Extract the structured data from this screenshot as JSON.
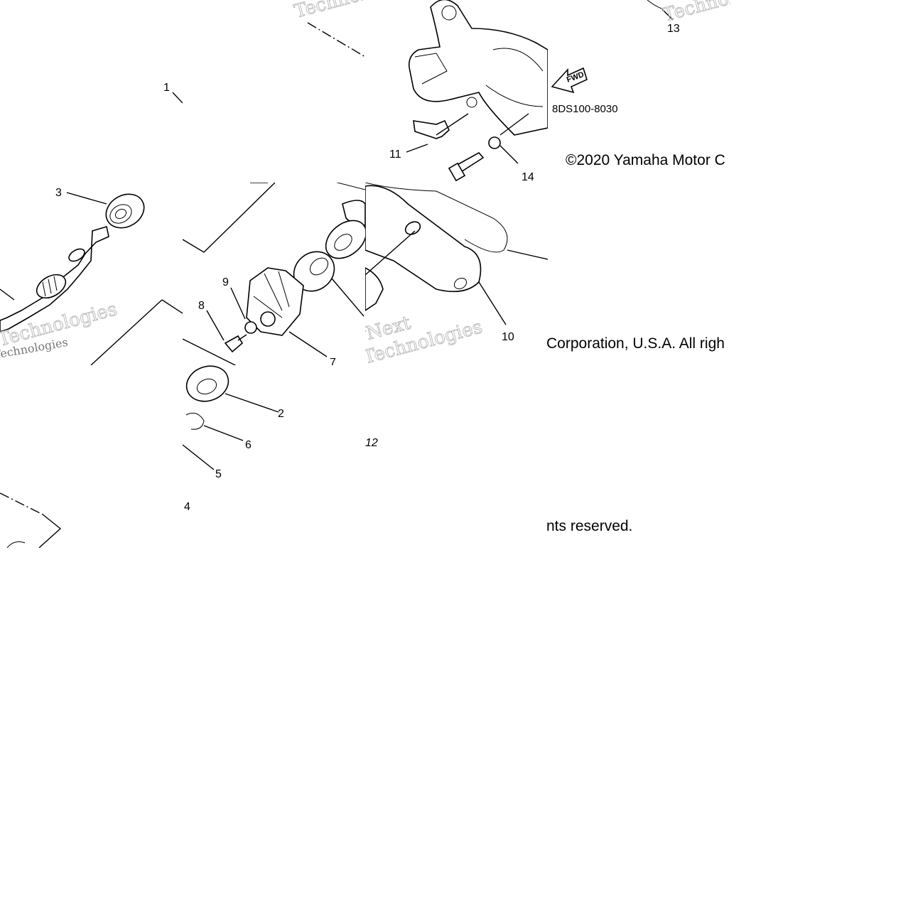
{
  "diagram": {
    "part_code": "8DS100-8030",
    "fwd_label": "FWD",
    "callouts": [
      "1",
      "2",
      "3",
      "4",
      "5",
      "6",
      "7",
      "8",
      "9",
      "10",
      "11",
      "12",
      "13",
      "14"
    ],
    "watermark_words": [
      "vNext",
      "Technologies"
    ],
    "copyright_parts": [
      "©2020 Yamaha Motor C",
      "Corporation, U.S.A. All righ",
      "nts reserved."
    ]
  }
}
